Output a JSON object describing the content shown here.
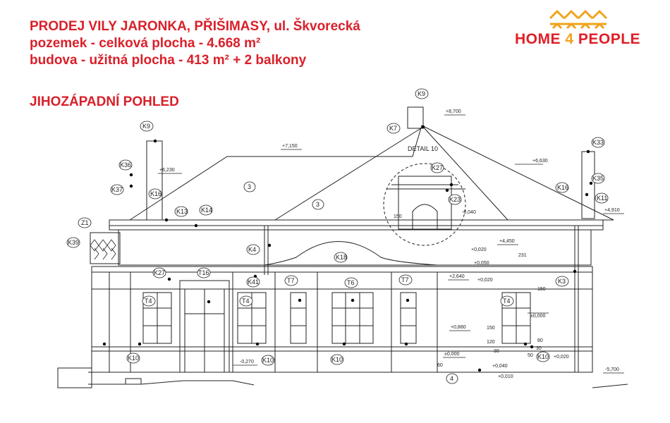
{
  "header": {
    "line1": "PRODEJ VILY JARONKA, PŘIŠIMASY, ul. Škvorecká",
    "line2": "pozemek - celková plocha - 4.668 m²",
    "line3": "budova - užitná plocha - 413 m² + 2 balkony",
    "view_title": "JIHOZÁPADNÍ POHLED"
  },
  "logo": {
    "part1": "HOME ",
    "part2": "4",
    "part3": " PEOPLE",
    "red": "#e01e26",
    "yellow": "#f0a31b"
  },
  "drawing": {
    "detail": "DETAIL 10",
    "levels": {
      "top": "+8,700",
      "l7150": "+7,150",
      "l6630": "+6,630",
      "l6230": "+6,230",
      "l4910": "+4,910",
      "l4450": "+4,450",
      "l2640": "+2,640",
      "l0880": "+0,880",
      "l0000a": "±0,000",
      "l0000b": "±0,000",
      "m0270": "-0,270",
      "m5700": "-5,700",
      "m0040a": "-0,040",
      "p0020a": "+0,020",
      "p0050": "+0,050",
      "p0020b": "+0,020",
      "p0040": "+0,040",
      "p0010": "+0,010",
      "p0020c": "+0,020"
    },
    "dims": {
      "d150a": "150",
      "d150b": "150",
      "d150c": "150",
      "d231": "231",
      "d80": "80",
      "d30": "30",
      "d50": "50",
      "d120": "120",
      "d60": "60",
      "d30b": "30"
    },
    "tags": {
      "k9a": "K9",
      "k9b": "K9",
      "k7": "K7",
      "k33": "K33",
      "k36": "K36",
      "k37": "K37",
      "k16a": "K16",
      "k16b": "K16",
      "k35": "K35",
      "k11": "K11",
      "k13": "K13",
      "k14": "K14",
      "k27a": "K27",
      "k23": "K23",
      "z1": "Z1",
      "k39": "K39",
      "k4": "K4",
      "k41": "K41",
      "k18": "K18",
      "k27b": "K27",
      "t16": "T16",
      "t7a": "T7",
      "t7b": "T7",
      "t6": "T6",
      "t4a": "T4",
      "t4b": "T4",
      "t4c": "T4",
      "k3": "K3",
      "k10a": "K10",
      "k10b": "K10",
      "k10c": "K10",
      "k10d": "K10",
      "n3a": "3",
      "n3b": "3",
      "n4": "4"
    }
  }
}
